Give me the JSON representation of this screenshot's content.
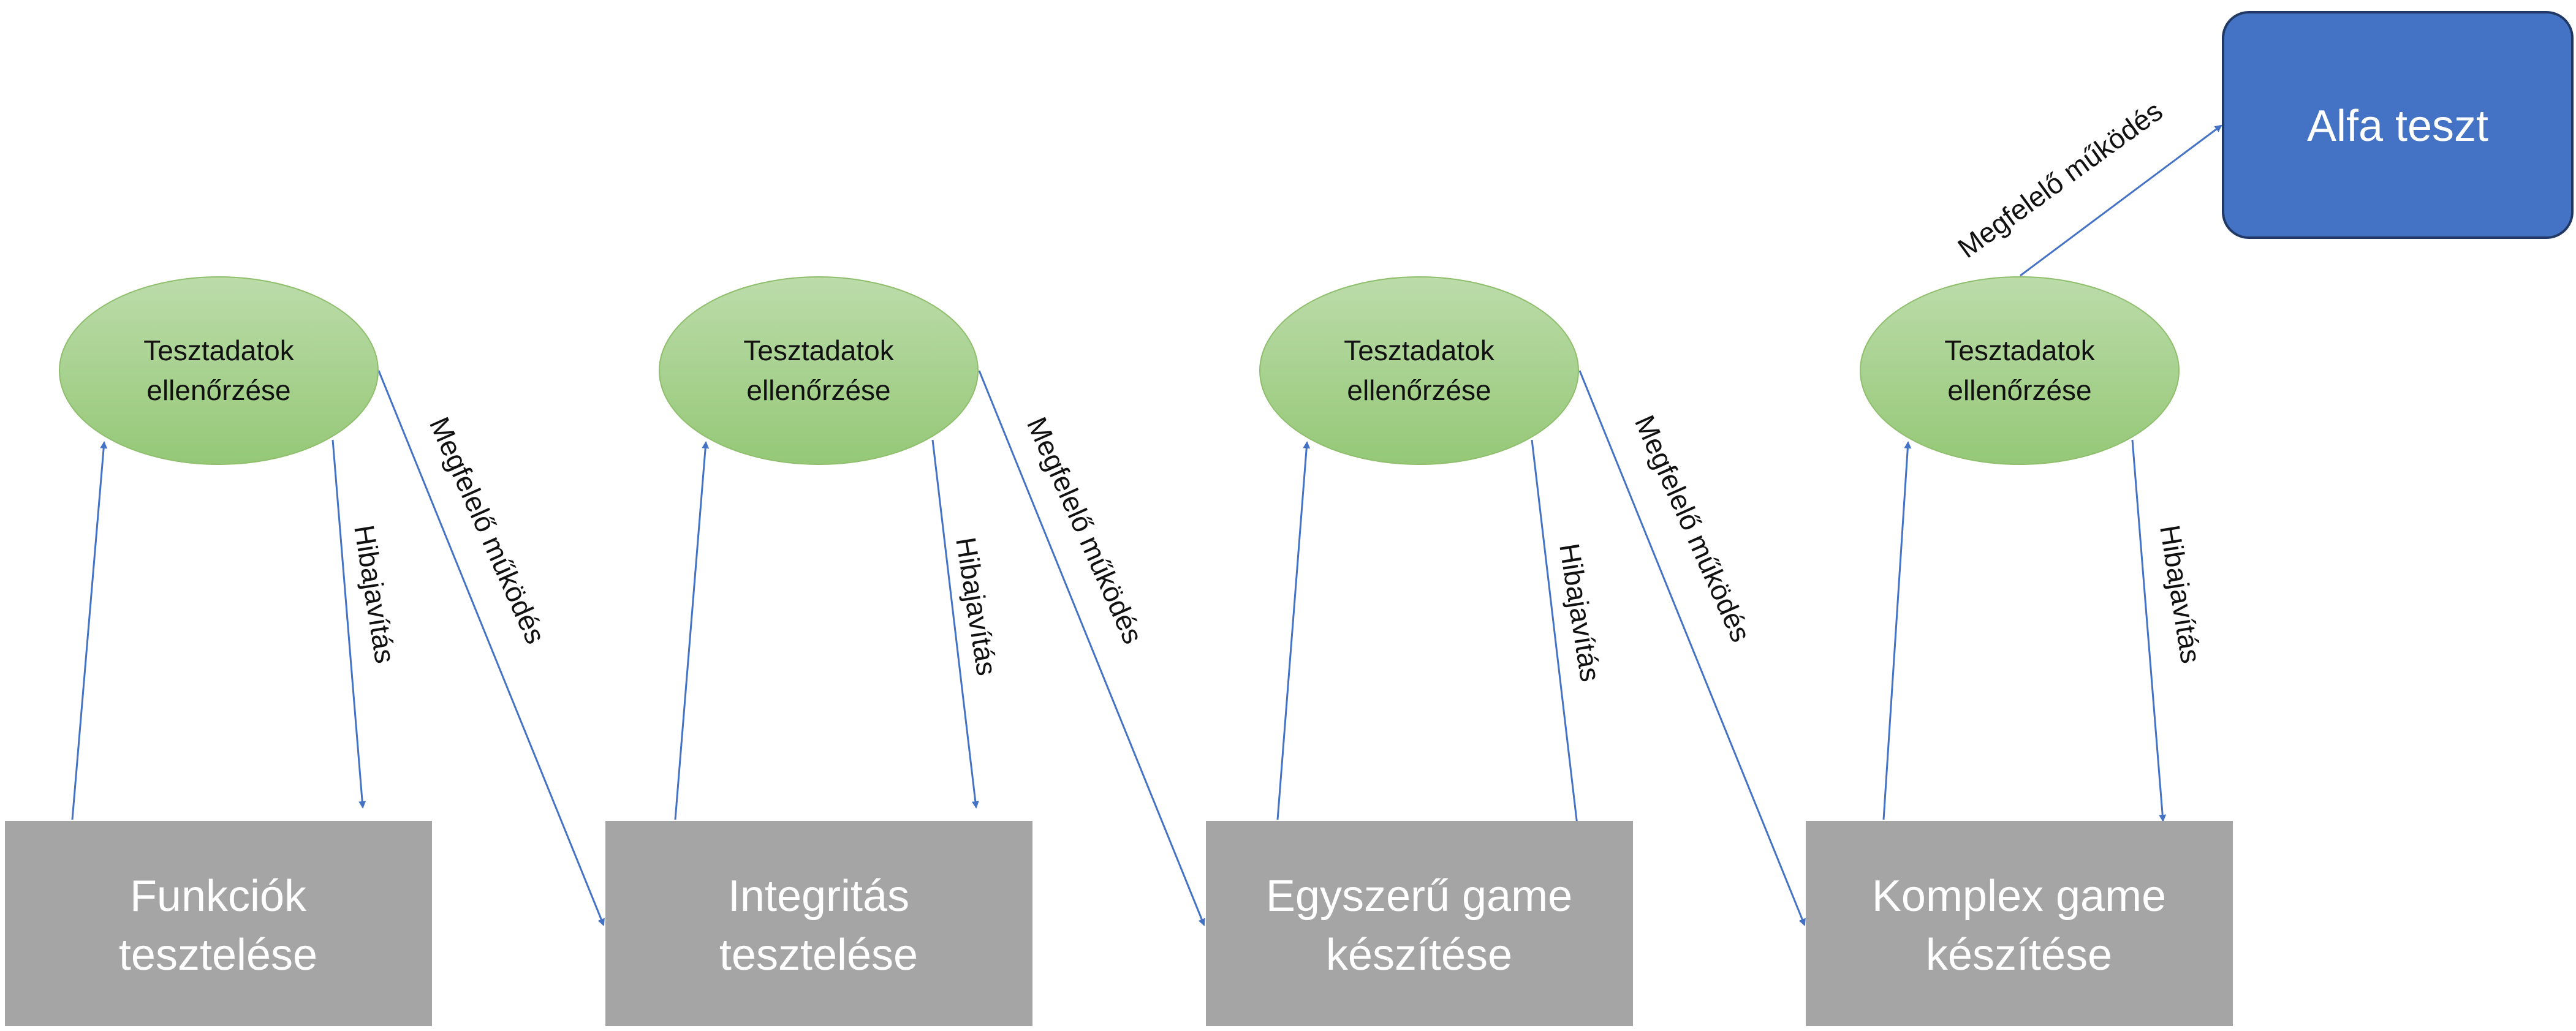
{
  "colors": {
    "process_box": "#a5a5a5",
    "final_box": "#4472c4",
    "final_box_border": "#1f3864",
    "ellipse_top": "#b7d7a4",
    "ellipse_bottom": "#9acb7d",
    "ellipse_border": "#8fbf6d",
    "arrow": "#4472c4"
  },
  "stages": [
    {
      "line1": "Funkciók",
      "line2": "tesztelése"
    },
    {
      "line1": "Integritás",
      "line2": "tesztelése"
    },
    {
      "line1": "Egyszerű game",
      "line2": "készítése"
    },
    {
      "line1": "Komplex game",
      "line2": "készítése"
    }
  ],
  "check": {
    "line1": "Tesztadatok",
    "line2": "ellenőrzése"
  },
  "final": {
    "label": "Alfa teszt"
  },
  "edge_labels": {
    "fix": "Hibajavítás",
    "ok": "Megfelelő működés"
  }
}
